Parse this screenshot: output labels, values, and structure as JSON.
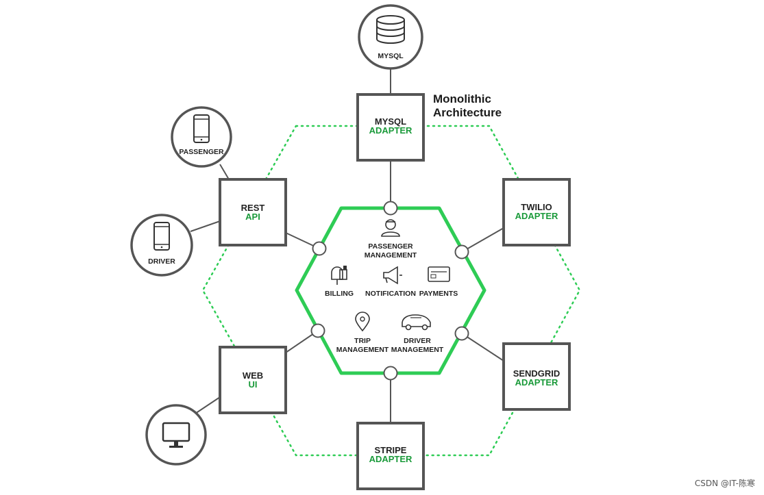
{
  "title": [
    "Monolithic",
    "Architecture"
  ],
  "external": {
    "mysql_db": "MYSQL",
    "passenger": "PASSENGER",
    "driver": "DRIVER",
    "monitor": ""
  },
  "adapters": {
    "mysql": [
      "MYSQL",
      "ADAPTER"
    ],
    "rest": [
      "REST",
      "API"
    ],
    "twilio": [
      "TWILIO",
      "ADAPTER"
    ],
    "web": [
      "WEB",
      "UI"
    ],
    "sendgrid": [
      "SENDGRID",
      "ADAPTER"
    ],
    "stripe": [
      "STRIPE",
      "ADAPTER"
    ]
  },
  "core": {
    "passenger_management": [
      "PASSENGER",
      "MANAGEMENT"
    ],
    "billing": "BILLING",
    "notification": "NOTIFICATION",
    "payments": "PAYMENTS",
    "trip_management": [
      "TRIP",
      "MANAGEMENT"
    ],
    "driver_management": [
      "DRIVER",
      "MANAGEMENT"
    ]
  },
  "colors": {
    "accent": "#1a9a3a",
    "hexagon": "#2ecc55",
    "outline": "#555555"
  },
  "watermark": "CSDN @IT-陈寒"
}
